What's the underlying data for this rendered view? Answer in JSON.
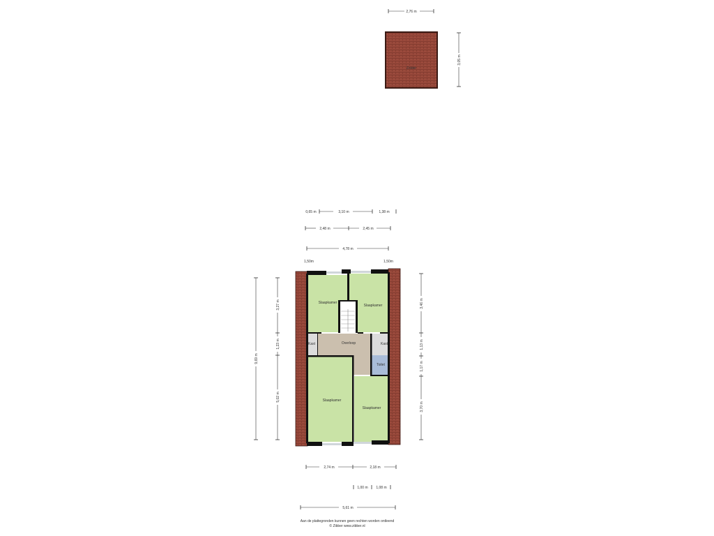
{
  "attic": {
    "room_label": "Zolder",
    "dim_width": "2,76 m",
    "dim_height": "3,05 m"
  },
  "top_dims": {
    "row1": [
      "0,65 m",
      "3,10 m",
      "1,38 m"
    ],
    "row2": [
      "2,48 m",
      "2,45 m"
    ],
    "row3": "4,78 m",
    "window_left": "1,50m",
    "window_right": "1,50m"
  },
  "rooms": {
    "bedroom_top_left": "Slaapkamer",
    "bedroom_top_right": "Slaapkamer",
    "landing": "Overloop",
    "closet_left": "Kast",
    "closet_right": "Kast",
    "toilet": "Toilet",
    "bedroom_bottom_left": "Slaapkamer",
    "bedroom_bottom_right": "Slaapkamer"
  },
  "left_dims": {
    "total": "9,69 m",
    "upper": "3,27 m",
    "middle": "1,23 m",
    "lower": "5,02 m"
  },
  "right_dims": {
    "upper": "3,46 m",
    "middle1": "1,13 m",
    "middle2": "1,17 m",
    "lower": "3,70 m"
  },
  "bottom_dims": {
    "row1": [
      "2,74 m",
      "2,18 m"
    ],
    "row2": [
      "1,00 m",
      "1,08 m"
    ],
    "row3": "5,61 m"
  },
  "footer": {
    "disclaimer": "Aan de plattegronden kunnen geen rechten worden ontleend",
    "copyright": "© Zibber www.zibber.nl"
  },
  "colors": {
    "bedroom": "#c9e3a6",
    "landing": "#cbbfae",
    "closet": "#dcdcdc",
    "toilet": "#a9bcd8",
    "roof": "#9a4a3c"
  }
}
